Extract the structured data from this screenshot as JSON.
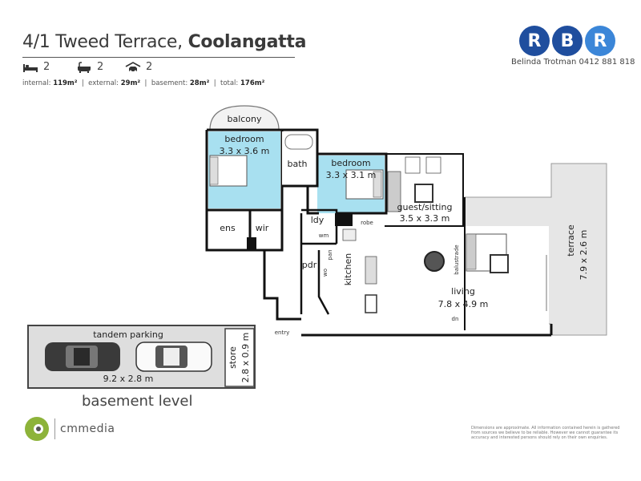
{
  "header": {
    "title_unit": "4/1 Tweed Terrace, ",
    "title_suburb": "Coolangatta",
    "features": [
      {
        "icon": "bed-icon",
        "count": "2"
      },
      {
        "icon": "bath-icon",
        "count": "2"
      },
      {
        "icon": "car-icon",
        "count": "2"
      }
    ],
    "areas": {
      "internal_label": "internal: ",
      "internal_value": "119m²",
      "external_label": "  |  external: ",
      "external_value": "29m²",
      "basement_label": "  |  basement: ",
      "basement_value": "28m²",
      "total_label": "  |  total: ",
      "total_value": "176m²"
    }
  },
  "agency": {
    "letters": [
      "R",
      "B",
      "R"
    ],
    "agent": "Belinda Trotman 0412 881 818",
    "colors": {
      "dark": "#1f4e9e",
      "light": "#3b86d8"
    }
  },
  "rooms": {
    "balcony": "balcony",
    "bedroom1_name": "bedroom",
    "bedroom1_size": "3.3 x 3.6 m",
    "bath": "bath",
    "bedroom2_name": "bedroom",
    "bedroom2_size": "3.3 x 3.1 m",
    "guest_name": "guest/sitting",
    "guest_size": "3.5 x 3.3 m",
    "ens": "ens",
    "wir": "wir",
    "ldy": "ldy",
    "wm": "wm",
    "robe": "robe",
    "pdr": "pdr",
    "pan": "pan",
    "wo": "wo",
    "kitchen": "kitchen",
    "living_name": "living",
    "living_size": "7.8 x 4.9 m",
    "balustrade": "balustrade",
    "dn": "dn",
    "entry": "entry",
    "terrace_name": "terrace",
    "terrace_size": "7.9 x 2.6 m"
  },
  "basement": {
    "parking_name": "tandem parking",
    "parking_size": "9.2 x 2.8 m",
    "store_name": "store",
    "store_size": "2.8 x 0.9 m",
    "level_label": "basement level"
  },
  "branding": {
    "cm_logo_text": "cmmedia",
    "disclaimer": "Dimensions are approximate. All information contained herein is gathered from sources we believe to be reliable. However we cannot guarantee its accuracy and interested persons should rely on their own enquiries."
  },
  "colors": {
    "wet_area": "#a8e0f0",
    "wall": "#111111",
    "terrace": "#e6e6e6",
    "basement": "#dedede"
  }
}
